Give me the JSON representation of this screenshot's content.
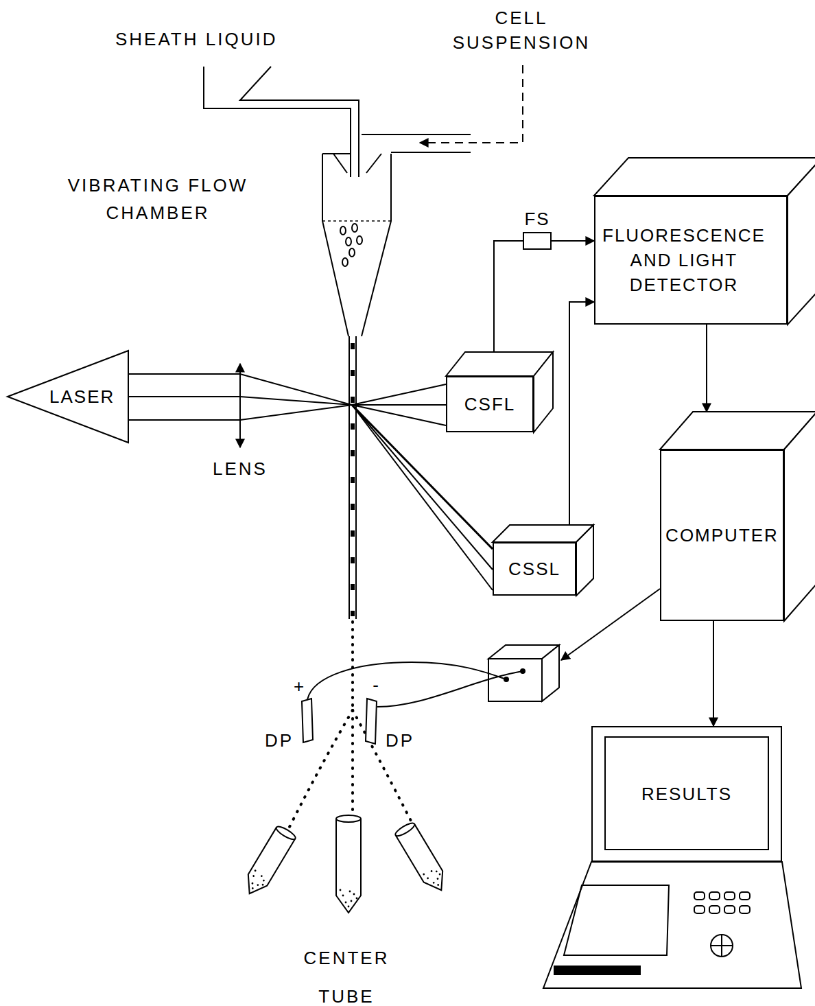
{
  "diagram": {
    "nodes": [
      {
        "text": [
          "LASER"
        ]
      },
      {
        "text": [
          "CSFL"
        ]
      },
      {
        "text": [
          "FS"
        ]
      },
      {
        "text": [
          "FLUORESCENCE AND LIGHT DETECTOR"
        ]
      },
      {
        "text": [
          "CSSL"
        ]
      },
      {
        "text": [
          "COMPUTER"
        ]
      },
      {
        "text": [
          "RESULTS"
        ]
      }
    ],
    "edges": [
      {
        "from": 1,
        "to": 2,
        "arrow": "none"
      },
      {
        "from": 2,
        "to": 3,
        "arrow": "to"
      },
      {
        "from": 4,
        "to": 3,
        "arrow": "to"
      },
      {
        "from": 3,
        "to": 5,
        "arrow": "to"
      },
      {
        "from": 5,
        "to": 6,
        "arrow": "to"
      }
    ],
    "labels": [
      "SHEATH LIQUID",
      "CELL SUSPENSION",
      "VIBRATING FLOW CHAMBER",
      "LENS",
      "+",
      "DP",
      "-",
      "DP",
      "CENTER TUBE"
    ]
  }
}
